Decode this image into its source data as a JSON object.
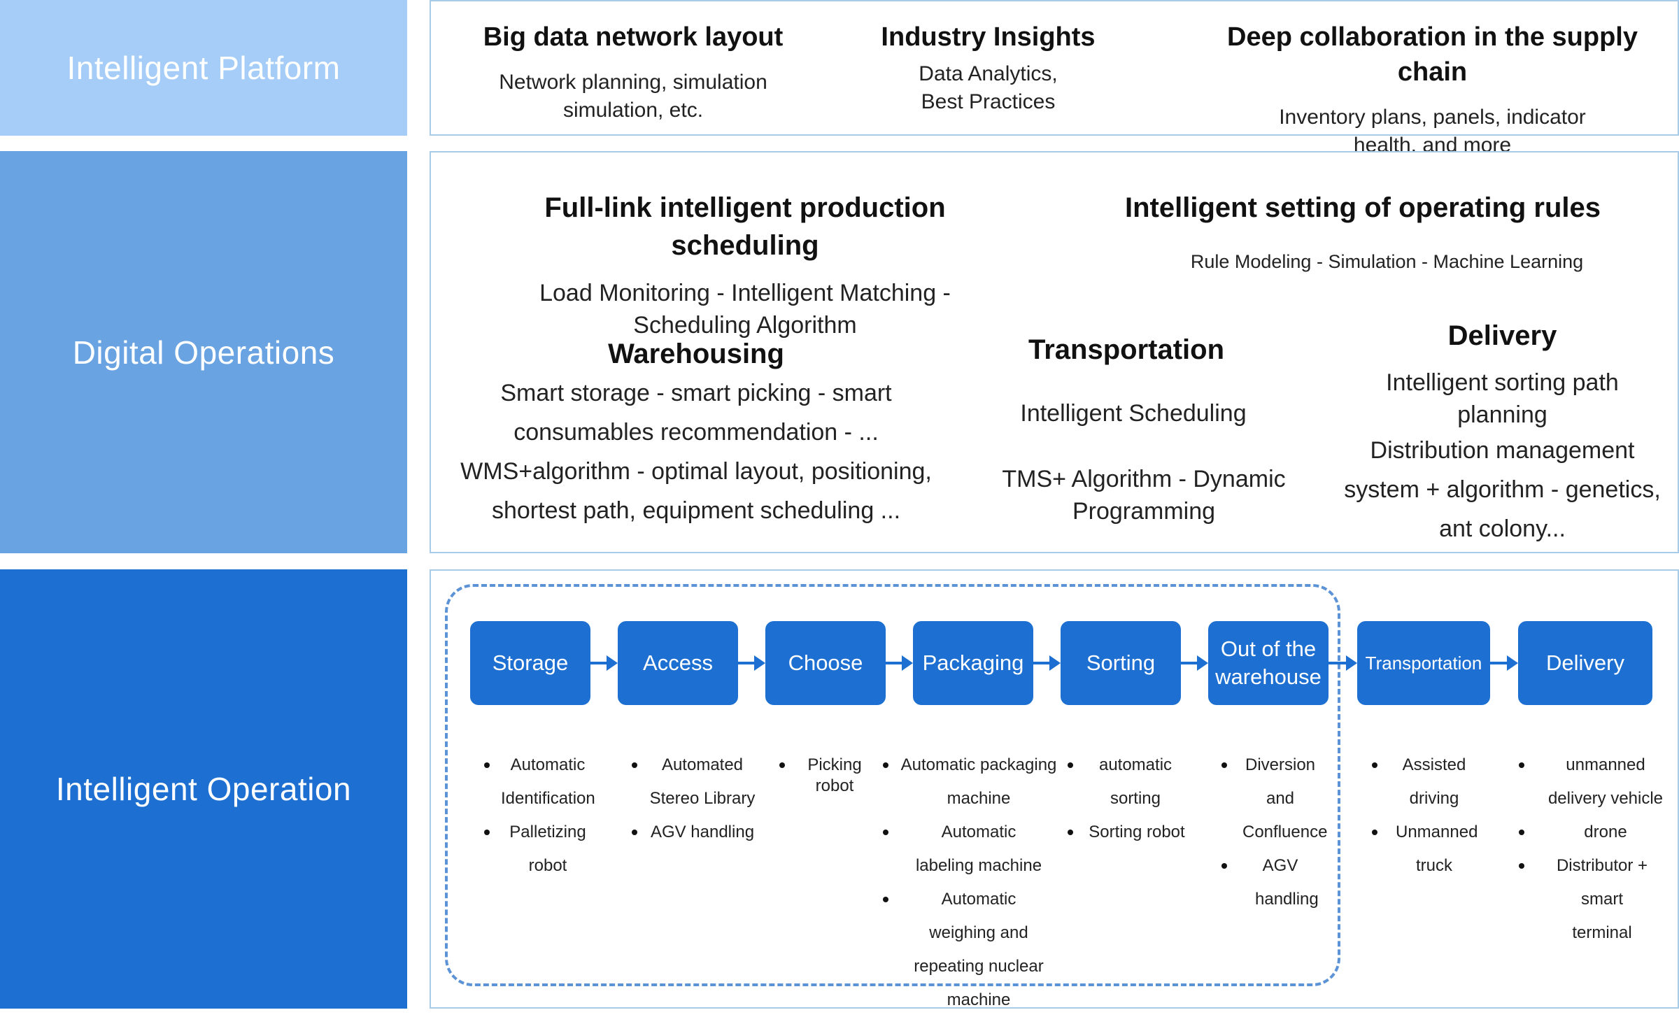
{
  "colors": {
    "band1": "#a5cdf8",
    "band2": "#6aa3e2",
    "band3": "#1d6fd1",
    "box": "#1d6fd1",
    "border": "#a9cbea"
  },
  "bands": [
    "Intelligent Platform",
    "Digital Operations",
    "Intelligent Operation"
  ],
  "platform": [
    {
      "title": "Big data network layout",
      "desc": "Network planning, simulation simulation, etc."
    },
    {
      "title": "Industry Insights",
      "desc": "Data Analytics, Best Practices"
    },
    {
      "title": "Deep collaboration in the supply chain",
      "desc": "Inventory plans, panels, indicator health, and more"
    }
  ],
  "digital": {
    "scheduling": {
      "title": "Full-link intelligent production scheduling",
      "desc": "Load Monitoring - Intelligent Matching - Scheduling Algorithm"
    },
    "rules": {
      "title": "Intelligent setting of operating rules",
      "desc": "Rule Modeling - Simulation - Machine Learning"
    },
    "warehousing": {
      "title": "Warehousing",
      "line1": "Smart storage - smart picking - smart consumables recommendation - ...",
      "line2": "WMS+algorithm - optimal layout, positioning, shortest path, equipment scheduling ..."
    },
    "transportation": {
      "title": "Transportation",
      "line1": "Intelligent Scheduling",
      "line2": "TMS+ Algorithm - Dynamic Programming"
    },
    "delivery": {
      "title": "Delivery",
      "line1": "Intelligent sorting path planning",
      "line2": "Distribution management system + algorithm - genetics, ant colony..."
    }
  },
  "operation": {
    "steps": [
      {
        "label": "Storage",
        "bullets": [
          "Automatic Identification",
          "Palletizing robot"
        ]
      },
      {
        "label": "Access",
        "bullets": [
          "Automated Stereo Library",
          "AGV handling"
        ]
      },
      {
        "label": "Choose",
        "bullets": [
          "Picking robot"
        ]
      },
      {
        "label": "Packaging",
        "bullets": [
          "Automatic packaging machine",
          "Automatic labeling machine",
          "Automatic weighing and repeating nuclear machine"
        ]
      },
      {
        "label": "Sorting",
        "bullets": [
          "automatic sorting",
          "Sorting robot"
        ]
      },
      {
        "label": "Out of the warehouse",
        "bullets": [
          "Diversion and Confluence",
          "AGV handling"
        ]
      },
      {
        "label": "Transportation",
        "bullets": [
          "Assisted driving",
          "Unmanned truck"
        ]
      },
      {
        "label": "Delivery",
        "bullets": [
          "unmanned delivery vehicle",
          "drone",
          "Distributor + smart terminal"
        ]
      }
    ]
  }
}
